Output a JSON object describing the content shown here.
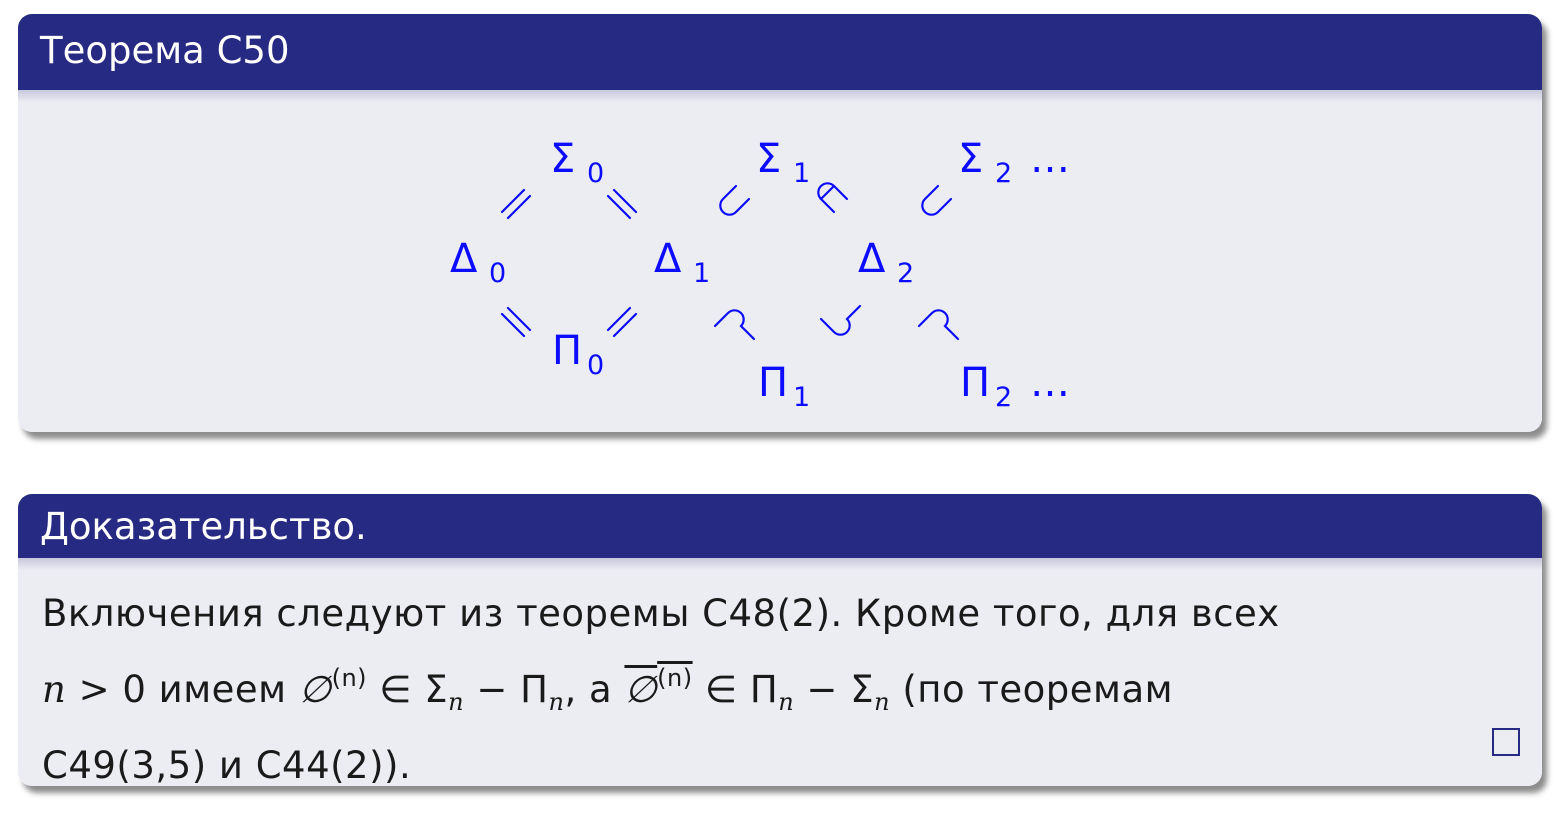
{
  "theorem": {
    "title": "Теорема C50",
    "diagram": {
      "sigma": "Σ",
      "pi": "Π",
      "delta": "Δ",
      "sub0": "0",
      "sub1": "1",
      "sub2": "2",
      "ellipsis": "…"
    }
  },
  "proof": {
    "title": "Доказательство.",
    "line1": "Включения следуют из теоремы C48(2). Кроме того, для всех",
    "line2": {
      "n": "n",
      "gt_zero": " > 0 имеем ",
      "emptyset": "∅",
      "sup_n": "(n)",
      "in": " ∈ ",
      "sigma": "Σ",
      "sub_n": "n",
      "minus": " − ",
      "pi": "Π",
      "comma_a": ", а ",
      "tail": " (по теоремам"
    },
    "line3": "C49(3,5) и C44(2))."
  }
}
